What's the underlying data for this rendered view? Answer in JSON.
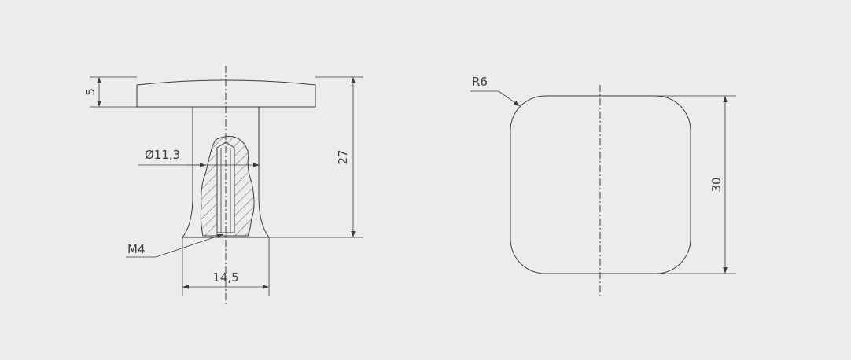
{
  "colors": {
    "background": "#ececec",
    "line": "#3c3c3c"
  },
  "side_view": {
    "labels": {
      "head_height": "5",
      "diameter": "Ø11,3",
      "total_height": "27",
      "thread": "M4",
      "base_width": "14,5"
    }
  },
  "top_view": {
    "labels": {
      "radius": "R6",
      "width": "30"
    }
  }
}
